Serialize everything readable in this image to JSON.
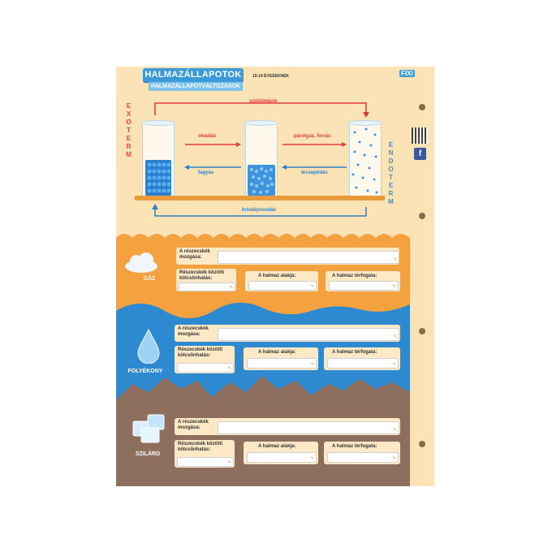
{
  "header": {
    "title": "HALMAZÁLLAPOTOK",
    "subtitle": "HALMAZÁLLAPOTVÁLTOZÁSOK",
    "age": "10-14 ÉVESEKNEK",
    "brand": "FIXI"
  },
  "side_labels": {
    "exo": "EXOTERM",
    "endo": "ENDOTERM"
  },
  "transitions": {
    "top": "szublimáció",
    "melt": "olvadás",
    "freeze": "fagyás",
    "evaporate": "párolgás, forrás",
    "condense": "lecsapódás",
    "bottom": "kristályosodás"
  },
  "states": [
    {
      "name": "GÁZ",
      "movement": "A részecskék mozgása:",
      "interaction": "Részecskék közötti kölcsönhatás:",
      "shape": "A halmaz alakja:",
      "volume": "A halmaz térfogata:"
    },
    {
      "name": "FOLYÉKONY",
      "movement": "A részecskék mozgása:",
      "interaction": "Részecskék közötti kölcsönhatás:",
      "shape": "A halmaz alakja:",
      "volume": "A halmaz térfogata:"
    },
    {
      "name": "SZILÁRD",
      "movement": "A részecskék mozgása:",
      "interaction": "Részecskék közötti kölcsönhatás:",
      "shape": "A halmaz alakja:",
      "volume": "A halmaz térfogata:"
    }
  ],
  "pen_icon": "✎",
  "colors": {
    "gas": "#f4a240",
    "liquid": "#2d8ad0",
    "solid": "#8e6e5c",
    "paper": "#fbe3b6"
  }
}
